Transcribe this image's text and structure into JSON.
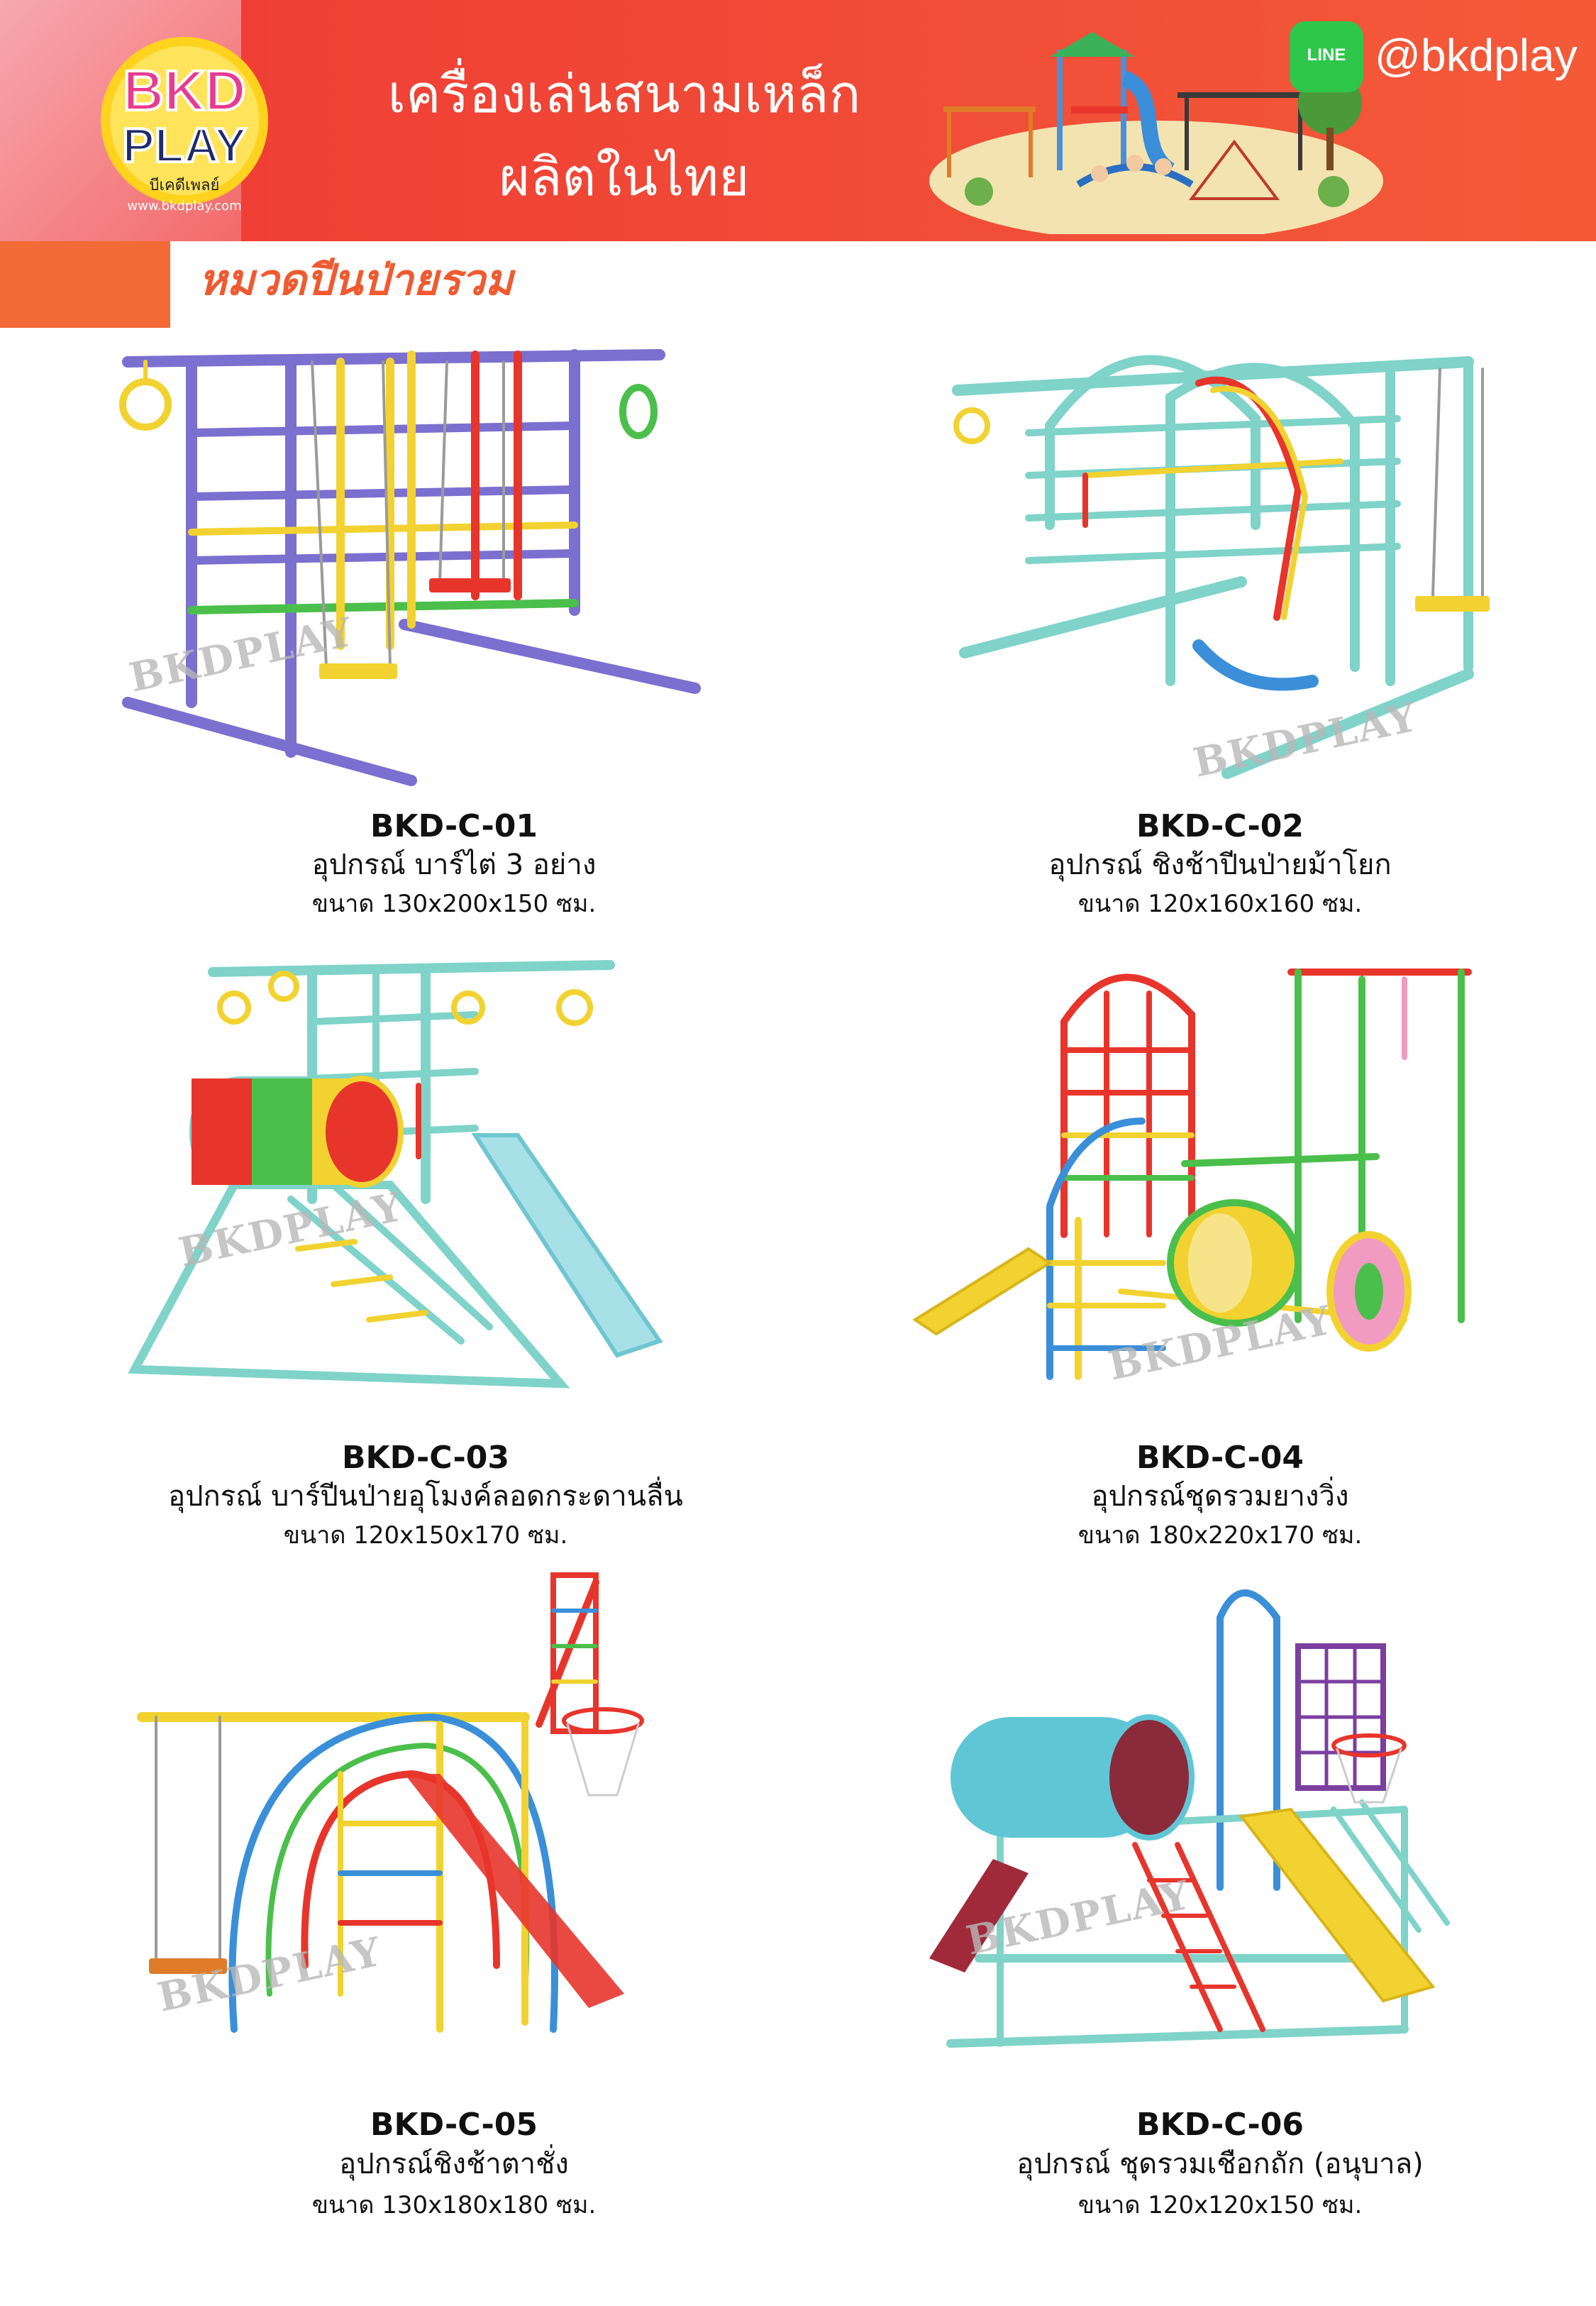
{
  "header": {
    "brand_top": "BKD",
    "brand_bottom": "PLAY",
    "brand_thai": "บีเคดีเพลย์",
    "brand_url": "www.bkdplay.com",
    "title_line1": "เครื่องเล่นสนามเหล็ก",
    "title_line2": "ผลิตในไทย",
    "line_badge": "LINE",
    "line_handle": "@bkdplay"
  },
  "category": {
    "title": "หมวดปีนป่ายรวม"
  },
  "watermark": "BKDPLAY",
  "products": [
    {
      "code": "BKD-C-01",
      "name": "อุปกรณ์ บาร์ไต่ 3 อย่าง",
      "size": "ขนาด 130x200x150 ซม."
    },
    {
      "code": "BKD-C-02",
      "name": "อุปกรณ์ ชิงช้าปีนป่ายม้าโยก",
      "size": "ขนาด 120x160x160 ซม."
    },
    {
      "code": "BKD-C-03",
      "name": "อุปกรณ์ บาร์ปีนป่ายอุโมงค์ลอดกระดานลื่น",
      "size": "ขนาด 120x150x170 ซม."
    },
    {
      "code": "BKD-C-04",
      "name": "อุปกรณ์ชุดรวมยางวิ่ง",
      "size": "ขนาด 180x220x170 ซม."
    },
    {
      "code": "BKD-C-05",
      "name": "อุปกรณ์ชิงช้าตาชั่ง",
      "size": "ขนาด 130x180x180 ซม."
    },
    {
      "code": "BKD-C-06",
      "name": "อุปกรณ์ ชุดรวมเชือกถัก (อนุบาล)",
      "size": "ขนาด 120x120x150 ซม."
    }
  ],
  "colors": {
    "header_red": "#ef3a34",
    "category_orange": "#f26a35",
    "line_green": "#2ec74b",
    "frame_teal": "#7fd3c9",
    "frame_purple": "#7b6fd0",
    "yellow": "#f2d230",
    "red": "#e8352c",
    "blue": "#3a8fd8",
    "green": "#4bbf4b"
  }
}
